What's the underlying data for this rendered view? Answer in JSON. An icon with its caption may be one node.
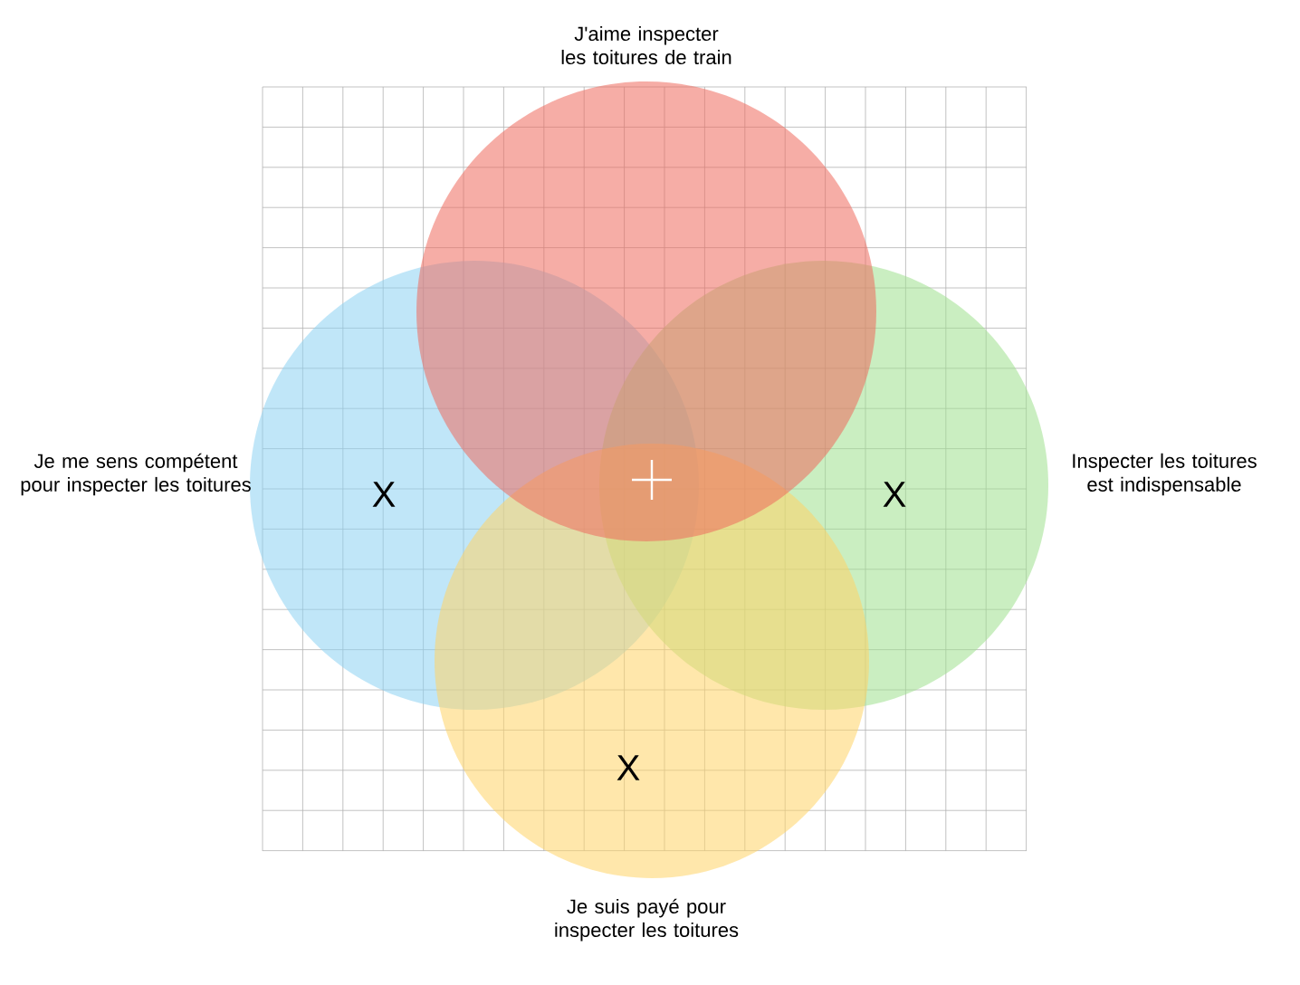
{
  "diagram": {
    "nodes": [
      {
        "text": [
          "J'aime inspecter les toitures de train"
        ]
      },
      {
        "text": [
          "Je me sens compétent pour inspecter les toitures"
        ]
      },
      {
        "text": [
          "Inspecter les toitures est indispensable"
        ]
      },
      {
        "text": [
          "Je suis payé pour inspecter les toitures"
        ]
      }
    ],
    "labels": [
      "X",
      "X",
      "X"
    ]
  }
}
